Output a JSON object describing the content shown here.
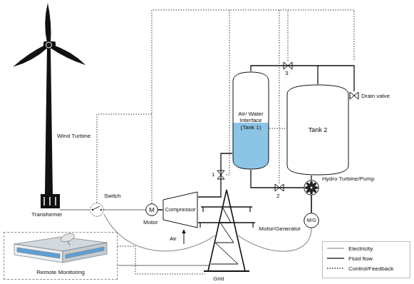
{
  "diagram": {
    "nodes": [
      {
        "text": [
          "Switch"
        ]
      },
      {
        "text": [
          "M",
          "Motor"
        ]
      },
      {
        "text": [
          "Compressor"
        ]
      },
      {
        "text": [
          "Air/ Water Interface (Tank 1)"
        ]
      },
      {
        "text": [
          "Tank 2"
        ]
      },
      {
        "text": [
          "Hydro Turbine/Pump"
        ]
      },
      {
        "text": [
          "M/G",
          "Motor/Generator"
        ]
      },
      {
        "text": [
          "Remote Monitoring"
        ]
      }
    ],
    "edges": [
      {
        "from": 0,
        "to": 1,
        "arrow": "none"
      },
      {
        "from": 1,
        "to": 2,
        "arrow": "none"
      },
      {
        "from": 2,
        "to": 3,
        "arrow": "none"
      },
      {
        "from": 3,
        "to": 4,
        "arrow": "none"
      },
      {
        "from": 3,
        "to": 5,
        "arrow": "none"
      },
      {
        "from": 5,
        "to": 4,
        "arrow": "none"
      },
      {
        "from": 5,
        "to": 6,
        "arrow": "none"
      }
    ],
    "labels": [
      "Wind Turbine",
      "Transformer",
      "Air",
      "1",
      "2",
      "3",
      "Drain valve",
      "Grid"
    ],
    "legend": [
      {
        "text": "Electricity"
      },
      {
        "text": "Fluid flow"
      },
      {
        "text": "Control/Feedback"
      }
    ]
  }
}
